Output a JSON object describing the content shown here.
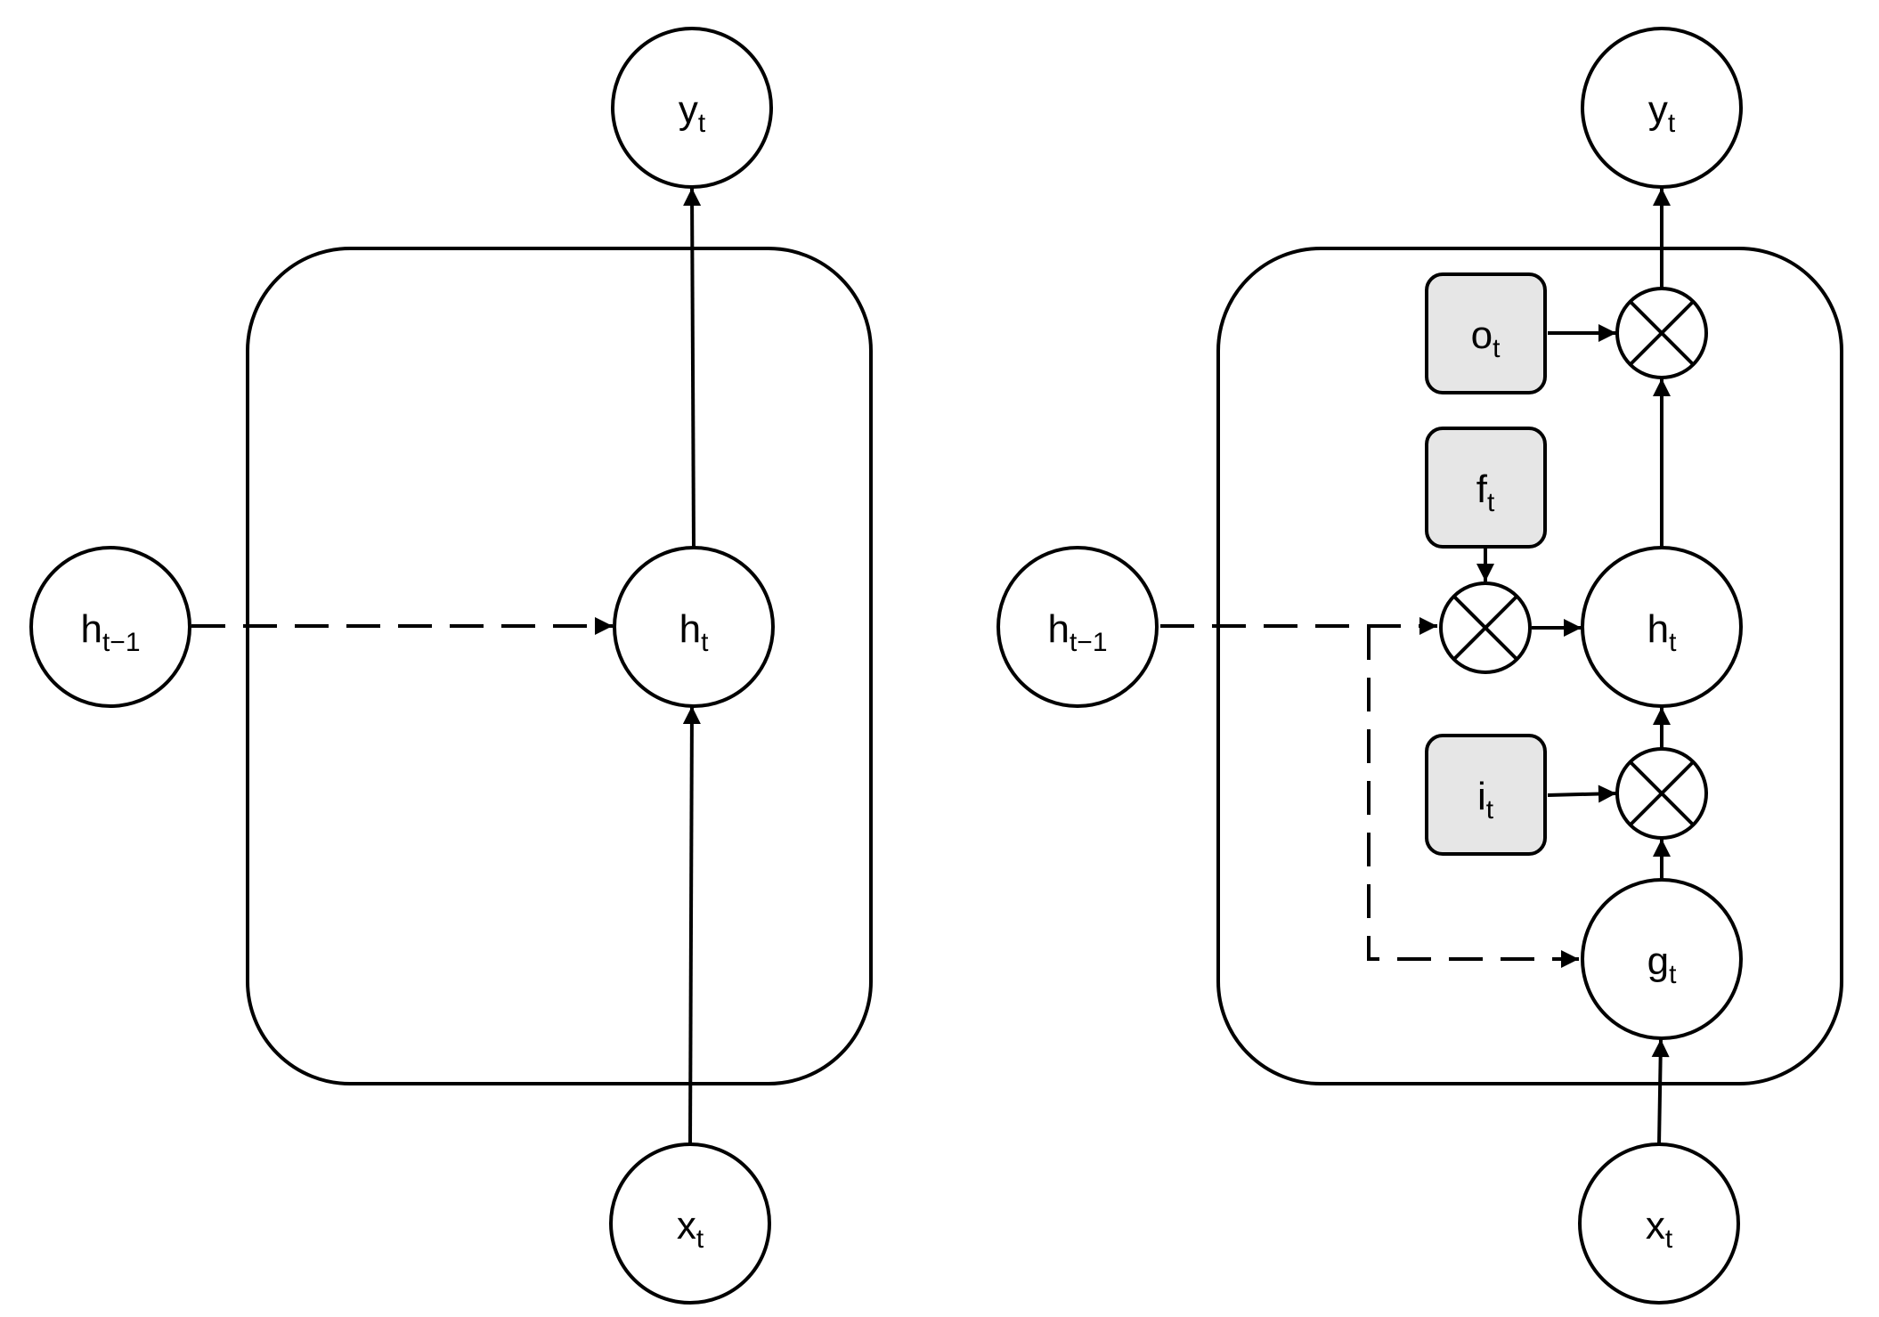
{
  "rnn": {
    "y": {
      "base": "y",
      "sub": "t"
    },
    "h": {
      "base": "h",
      "sub": "t"
    },
    "h_prev": {
      "base": "h",
      "sub": "t−1"
    },
    "x": {
      "base": "x",
      "sub": "t"
    }
  },
  "lstm": {
    "y": {
      "base": "y",
      "sub": "t"
    },
    "h": {
      "base": "h",
      "sub": "t"
    },
    "h_prev": {
      "base": "h",
      "sub": "t−1"
    },
    "x": {
      "base": "x",
      "sub": "t"
    },
    "g": {
      "base": "g",
      "sub": "t"
    },
    "o": {
      "base": "o",
      "sub": "t"
    },
    "f": {
      "base": "f",
      "sub": "t"
    },
    "i": {
      "base": "i",
      "sub": "t"
    }
  },
  "colors": {
    "stroke": "#000000",
    "gate_fill": "#e6e6e6",
    "background": "#ffffff"
  }
}
